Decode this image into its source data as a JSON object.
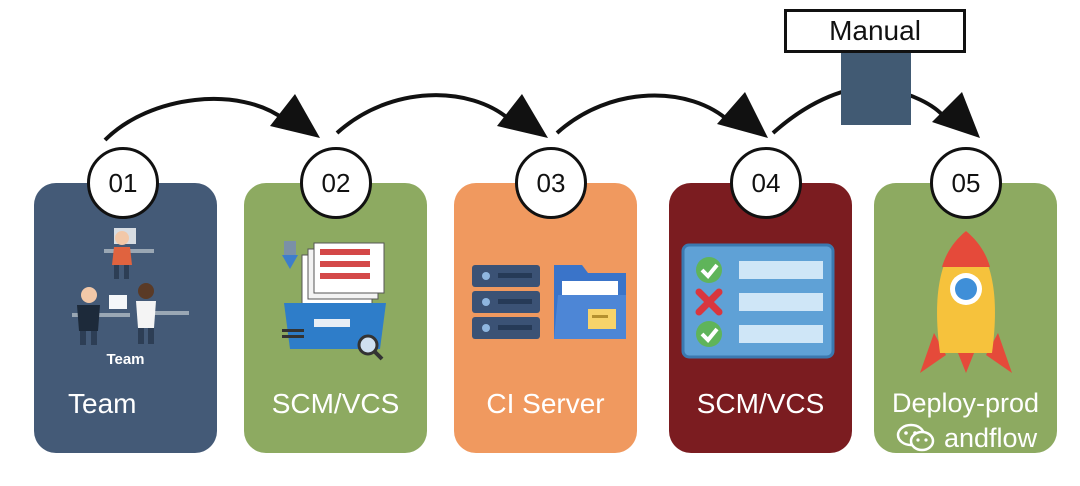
{
  "manual": {
    "label": "Manual"
  },
  "steps": [
    {
      "number": "01",
      "label": "Team",
      "color": "#445a77",
      "illustration": "team-people-icon",
      "caption": "Team"
    },
    {
      "number": "02",
      "label": "SCM/VCS",
      "color": "#8daa61",
      "illustration": "file-cabinet-icon"
    },
    {
      "number": "03",
      "label": "CI Server",
      "color": "#f0995f",
      "illustration": "server-folder-icon"
    },
    {
      "number": "04",
      "label": "SCM/VCS",
      "color": "#7b1c20",
      "illustration": "checklist-icon"
    },
    {
      "number": "05",
      "label": "Deploy-prod",
      "color": "#8daa61",
      "illustration": "rocket-icon"
    }
  ],
  "watermark": {
    "text": "andflow",
    "icon": "wechat-icon"
  }
}
